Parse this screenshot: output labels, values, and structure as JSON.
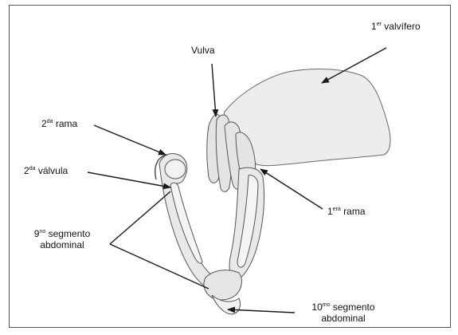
{
  "labels": {
    "primer_valvifero": {
      "sup": "er",
      "text": "valvífero",
      "prefix": "1"
    },
    "vulva": {
      "text": "Vulva"
    },
    "segunda_rama": {
      "prefix": "2",
      "sup": "da",
      "text": "rama"
    },
    "segunda_valvula": {
      "prefix": "2",
      "sup": "da",
      "text": "válvula"
    },
    "primera_rama": {
      "prefix": "1",
      "sup": "era",
      "text": "rama"
    },
    "noveno_segmento": {
      "prefix": "9",
      "sup": "no",
      "line1": "segmento",
      "line2": "abdominal"
    },
    "decimo_segmento": {
      "prefix": "10",
      "sup": "mo",
      "line1": "segmento",
      "line2": "abdominal"
    }
  },
  "colors": {
    "line": "#1a1a1a",
    "structure_fill": "#ededed",
    "structure_stroke": "#5a5a5a",
    "frame": "#555555"
  }
}
